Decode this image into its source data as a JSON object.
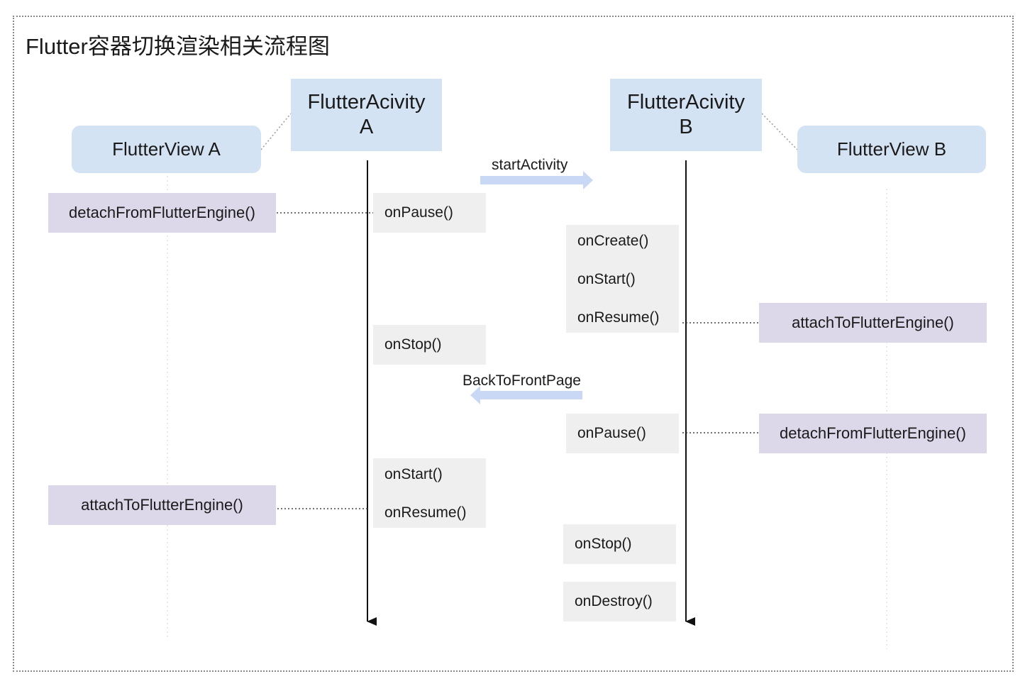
{
  "title": "Flutter容器切换渲染相关流程图",
  "activities": {
    "a": {
      "line1": "FlutterAcivity",
      "line2": "A"
    },
    "b": {
      "line1": "FlutterAcivity",
      "line2": "B"
    }
  },
  "views": {
    "a": "FlutterView A",
    "b": "FlutterView B"
  },
  "messages": {
    "start": "startActivity",
    "back": "BackToFrontPage"
  },
  "activity_a_lifecycle": {
    "pause": "onPause()",
    "stop": "onStop()",
    "start": "onStart()",
    "resume": "onResume()"
  },
  "activity_b_lifecycle": {
    "create": "onCreate()",
    "start": "onStart()",
    "resume": "onResume()",
    "pause": "onPause()",
    "stop": "onStop()",
    "destroy": "onDestroy()"
  },
  "engine_calls": {
    "a_detach": "detachFromFlutterEngine()",
    "a_attach": "attachToFlutterEngine()",
    "b_attach": "attachToFlutterEngine()",
    "b_detach": "detachFromFlutterEngine()"
  },
  "colors": {
    "activity_fill": "#d4e3f3",
    "engine_fill": "#dcd8ea",
    "lifecycle_fill": "#efefef",
    "message_arrow": "#c9d8f5"
  }
}
